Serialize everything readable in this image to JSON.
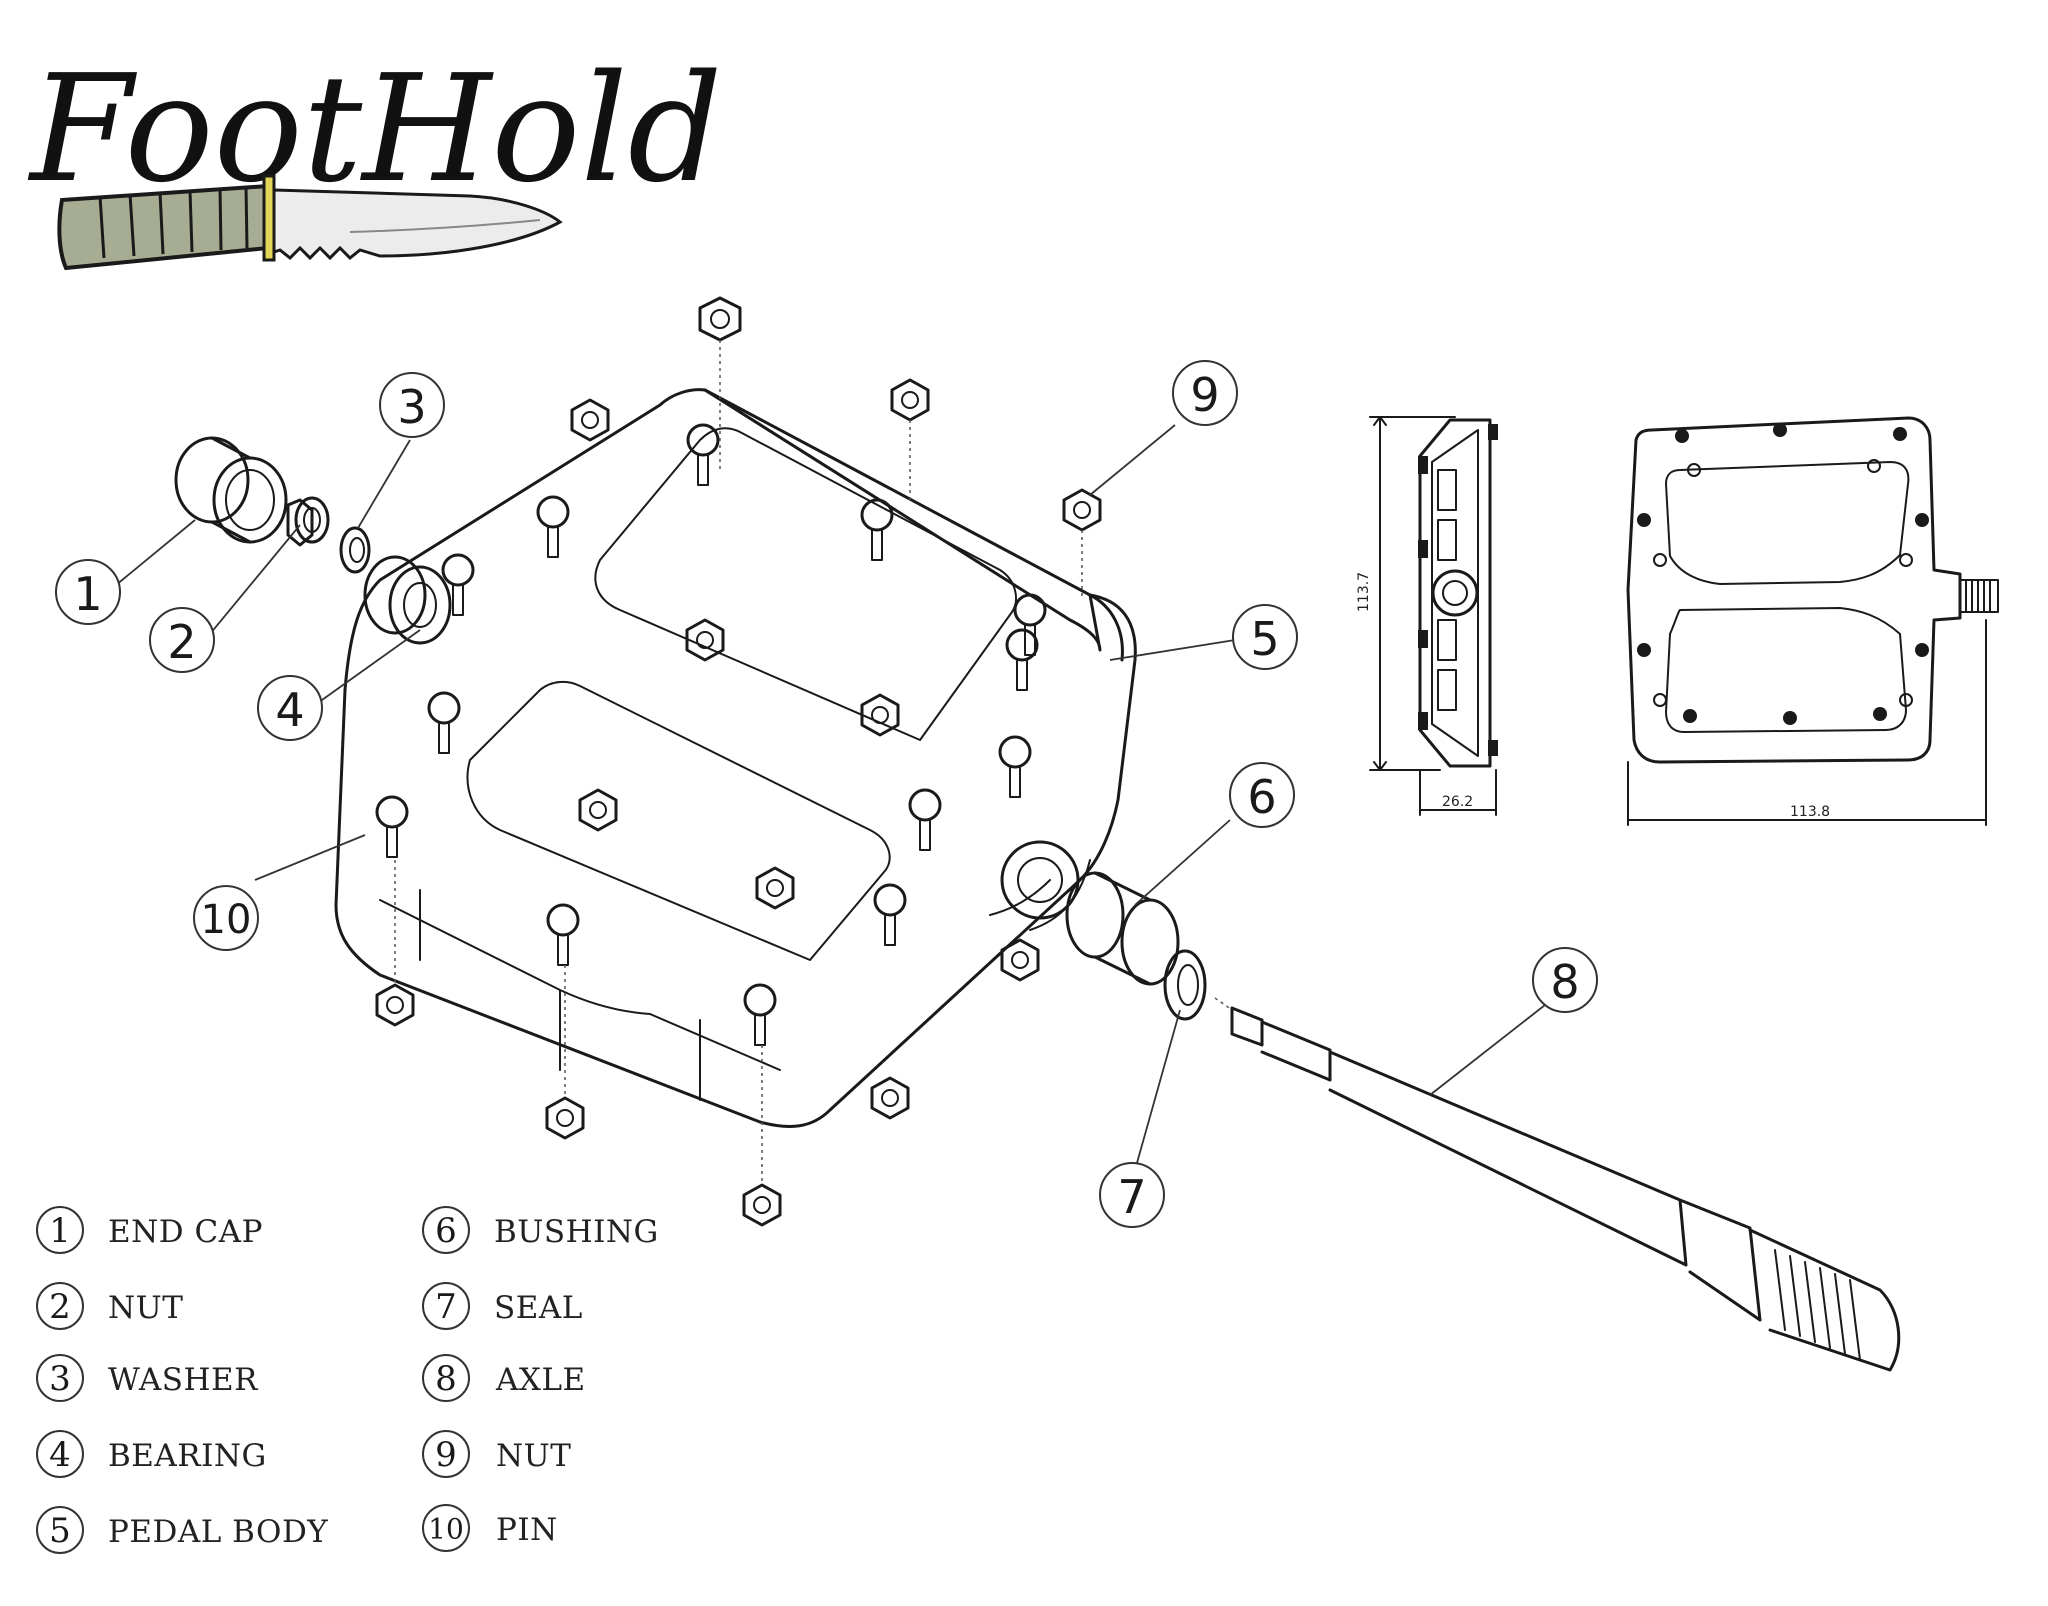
{
  "logo": {
    "text": "FootHold",
    "handle_color": "#a7ad93",
    "blade_color": "#ececec"
  },
  "callouts": [
    {
      "num": "1"
    },
    {
      "num": "2"
    },
    {
      "num": "3"
    },
    {
      "num": "4"
    },
    {
      "num": "5"
    },
    {
      "num": "6"
    },
    {
      "num": "7"
    },
    {
      "num": "8"
    },
    {
      "num": "9"
    },
    {
      "num": "10"
    }
  ],
  "legend": [
    {
      "num": "1",
      "label": "END CAP"
    },
    {
      "num": "2",
      "label": "NUT"
    },
    {
      "num": "3",
      "label": "WASHER"
    },
    {
      "num": "4",
      "label": "BEARING"
    },
    {
      "num": "5",
      "label": "PEDAL BODY"
    },
    {
      "num": "6",
      "label": "BUSHING"
    },
    {
      "num": "7",
      "label": "SEAL"
    },
    {
      "num": "8",
      "label": "AXLE"
    },
    {
      "num": "9",
      "label": "NUT"
    },
    {
      "num": "10",
      "label": "PIN"
    }
  ],
  "dimensions": {
    "side_height": "113.7",
    "side_width": "26.2",
    "top_width": "113.8"
  }
}
